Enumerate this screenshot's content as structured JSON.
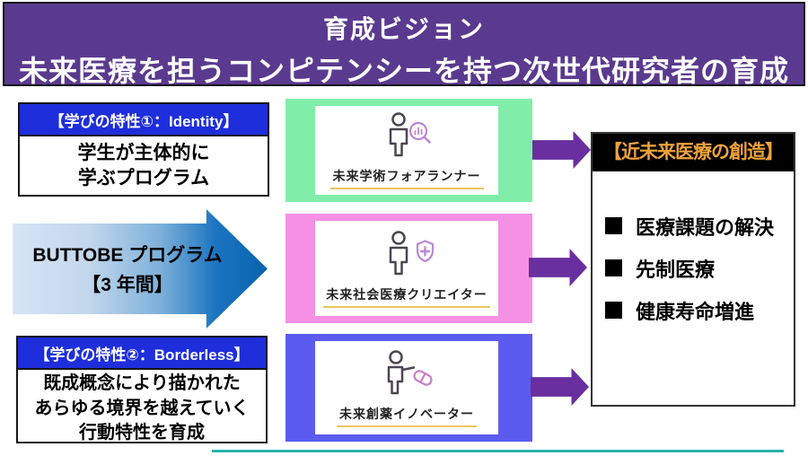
{
  "banner": {
    "line1": "育成ビジョン",
    "line2": "未来医療を担うコンピテンシーを持つ次世代研究者の育成"
  },
  "features": [
    {
      "header": "【学びの特性①：Identity】",
      "lines": [
        "学生が主体的に",
        "学ぶプログラム"
      ]
    },
    {
      "header": "【学びの特性②：Borderless】",
      "lines": [
        "既成概念により描かれた",
        "あらゆる境界を越えていく",
        "行動特性を育成"
      ]
    }
  ],
  "program_arrow": {
    "line1": "BUTTOBE プログラム",
    "line2": "【3 年間】"
  },
  "cards": [
    {
      "label": "未来学術フォアランナー",
      "icon": "person-research-magnifier-icon",
      "bg": "#80EDA8"
    },
    {
      "label": "未来社会医療クリエイター",
      "icon": "person-medical-shield-icon",
      "bg": "#F590E4"
    },
    {
      "label": "未来創薬イノベーター",
      "icon": "person-drug-capsule-icon",
      "bg": "#5B5BEF"
    }
  ],
  "outcome": {
    "header": "【近未来医療の創造】",
    "bullets": [
      "医療課題の解決",
      "先制医療",
      "健康寿命増進"
    ]
  },
  "colors": {
    "banner_bg": "#5A3A8E",
    "feature_header_bg": "#1E2EDB",
    "flow_arrow": "#6A2F9F",
    "outcome_header_bg": "#000000",
    "outcome_header_text": "#F0A33C",
    "program_arrow_gradient_start": "#D6E4F4",
    "program_arrow_gradient_end": "#0A62AD",
    "label_underline": "#E8C75A",
    "bottom_rule": "#2AB3AB"
  }
}
